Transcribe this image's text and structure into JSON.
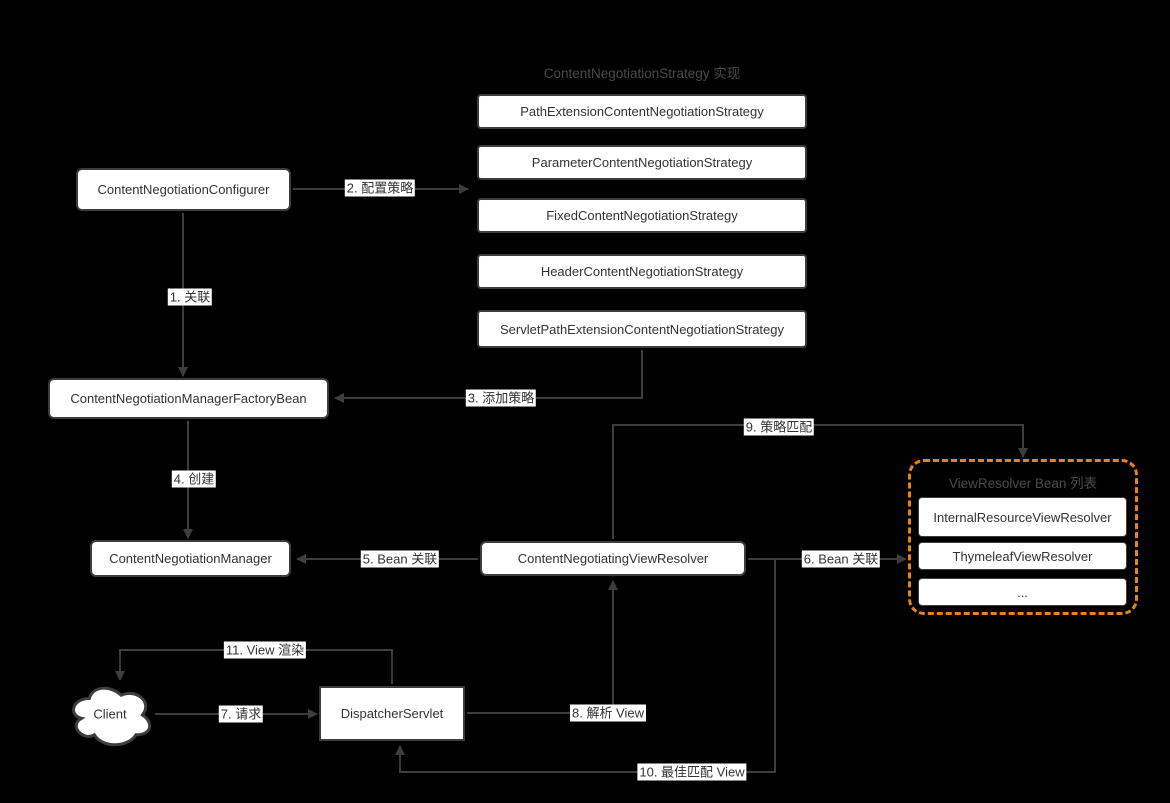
{
  "canvas": {
    "background": "#000000",
    "line_color": "#3d3d3d",
    "box_fill": "#ffffff",
    "box_border": "#3d3d3d",
    "box_text_color": "#333333",
    "group_title_color": "#4a4a4a",
    "accent_orange": "#e8821e",
    "label_bg": "#ffffff"
  },
  "titles": {
    "strategy_group": "ContentNegotiationStrategy 实现",
    "viewresolver_group": "ViewResolver Bean 列表"
  },
  "nodes": {
    "configurer": "ContentNegotiationConfigurer",
    "strategies": [
      "PathExtensionContentNegotiationStrategy",
      "ParameterContentNegotiationStrategy",
      "FixedContentNegotiationStrategy",
      "HeaderContentNegotiationStrategy",
      "ServletPathExtensionContentNegotiationStrategy"
    ],
    "factory_bean": "ContentNegotiationManagerFactoryBean",
    "manager": "ContentNegotiationManager",
    "view_resolver": "ContentNegotiatingViewResolver",
    "resolvers": [
      "InternalResourceViewResolver",
      "ThymeleafViewResolver",
      "..."
    ],
    "client": "Client",
    "dispatcher": "DispatcherServlet"
  },
  "edges": {
    "e1": "1. 关联",
    "e2": "2. 配置策略",
    "e3": "3. 添加策略",
    "e4": "4. 创建",
    "e5": "5. Bean 关联",
    "e6": "6. Bean 关联",
    "e7": "7. 请求",
    "e8": "8. 解析 View",
    "e9": "9. 策略匹配",
    "e10": "10. 最佳匹配 View",
    "e11": "11. View 渲染"
  }
}
